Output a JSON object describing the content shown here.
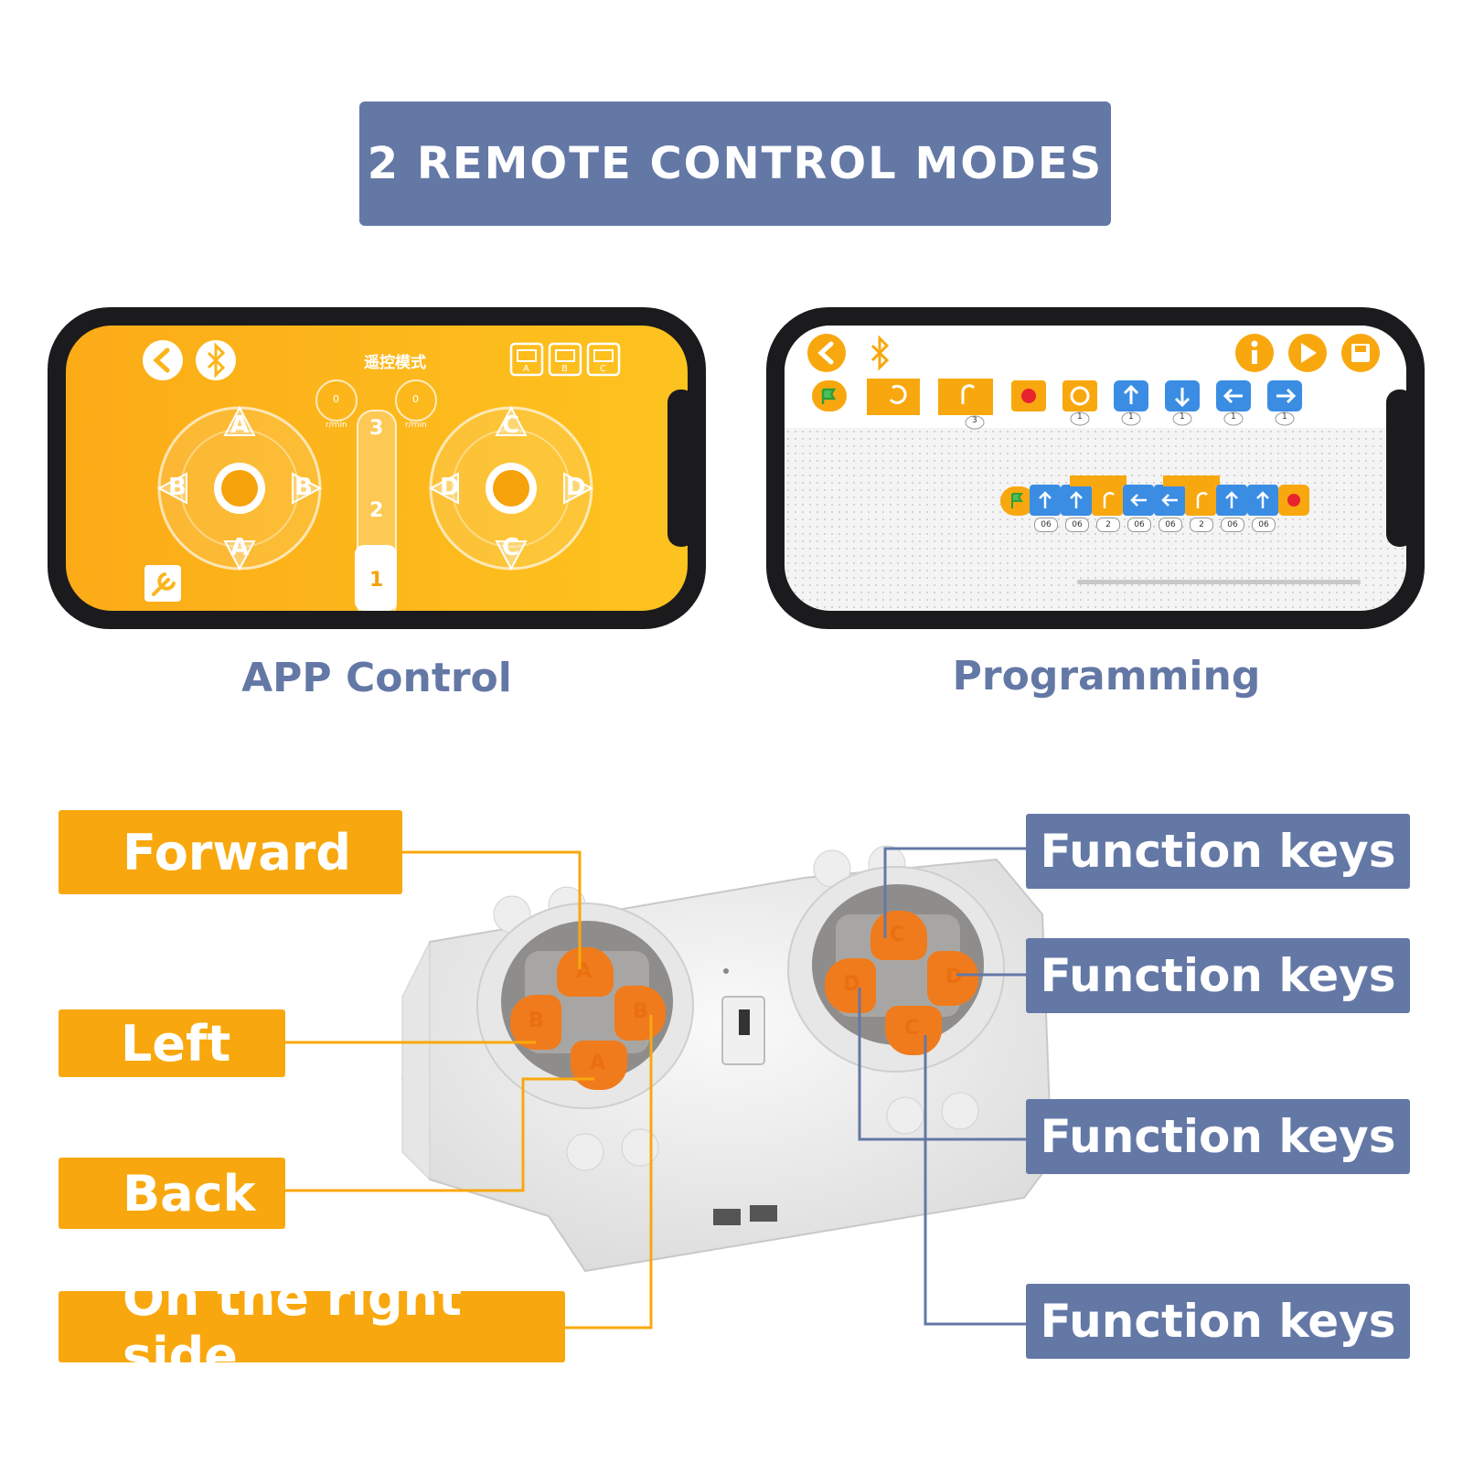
{
  "banner": {
    "title": "2 REMOTE CONTROL MODES"
  },
  "phone_left": {
    "caption": "APP Control",
    "screen_title": "遥控模式",
    "slot_labels": [
      "A",
      "B",
      "C"
    ],
    "speed_unit": "r/min",
    "speed_values": [
      "0",
      "0"
    ],
    "slider_ticks": [
      "3",
      "2",
      "1"
    ],
    "left_pad": {
      "up": "A",
      "down": "A",
      "left": "B",
      "right": "B"
    },
    "right_pad": {
      "up": "C",
      "down": "C",
      "left": "D",
      "right": "D"
    },
    "bg_color": "#fbb51a"
  },
  "phone_right": {
    "caption": "Programming",
    "block_counts": [
      "3",
      "1",
      "1",
      "1",
      "1",
      "1"
    ],
    "program_values": [
      "06",
      "06",
      "2",
      "06",
      "06",
      "2",
      "06",
      "06"
    ]
  },
  "labels_left": [
    "Forward",
    "Left",
    "Back",
    "On the right side"
  ],
  "labels_right": [
    "Function keys",
    "Function keys",
    "Function keys",
    "Function keys"
  ],
  "remote": {
    "left_keys": [
      "A",
      "B",
      "B",
      "A"
    ],
    "right_keys": [
      "C",
      "D",
      "D",
      "C"
    ]
  },
  "colors": {
    "accent_orange": "#f8a80e",
    "accent_blue": "#6478a6",
    "key_orange": "#f07b1c"
  }
}
